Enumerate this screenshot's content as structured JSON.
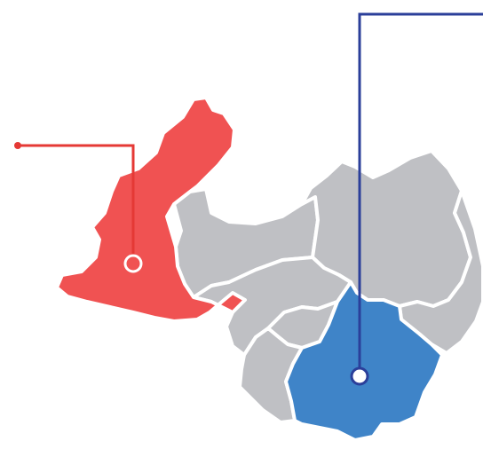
{
  "map": {
    "colors": {
      "background": "#ffffff",
      "region_default": "#bfc0c4",
      "region_border": "#ffffff",
      "highlight_red": "#f05252",
      "highlight_blue": "#3f84c8",
      "callout_red": "#e53935",
      "callout_blue": "#2b3f9a"
    },
    "regions": [
      {
        "id": "west",
        "state": "highlighted",
        "color": "highlight_red"
      },
      {
        "id": "north-center",
        "state": "default",
        "color": "region_default"
      },
      {
        "id": "north-east",
        "state": "default",
        "color": "region_default"
      },
      {
        "id": "east",
        "state": "default",
        "color": "region_default"
      },
      {
        "id": "center",
        "state": "default",
        "color": "region_default"
      },
      {
        "id": "center-south",
        "state": "default",
        "color": "region_default"
      },
      {
        "id": "south-west",
        "state": "default",
        "color": "region_default"
      },
      {
        "id": "south-east",
        "state": "highlighted",
        "color": "highlight_blue"
      }
    ],
    "markers": [
      {
        "id": "marker-west",
        "region": "west",
        "color": "callout_red"
      },
      {
        "id": "marker-south-east",
        "region": "south-east",
        "color": "callout_blue"
      }
    ]
  }
}
